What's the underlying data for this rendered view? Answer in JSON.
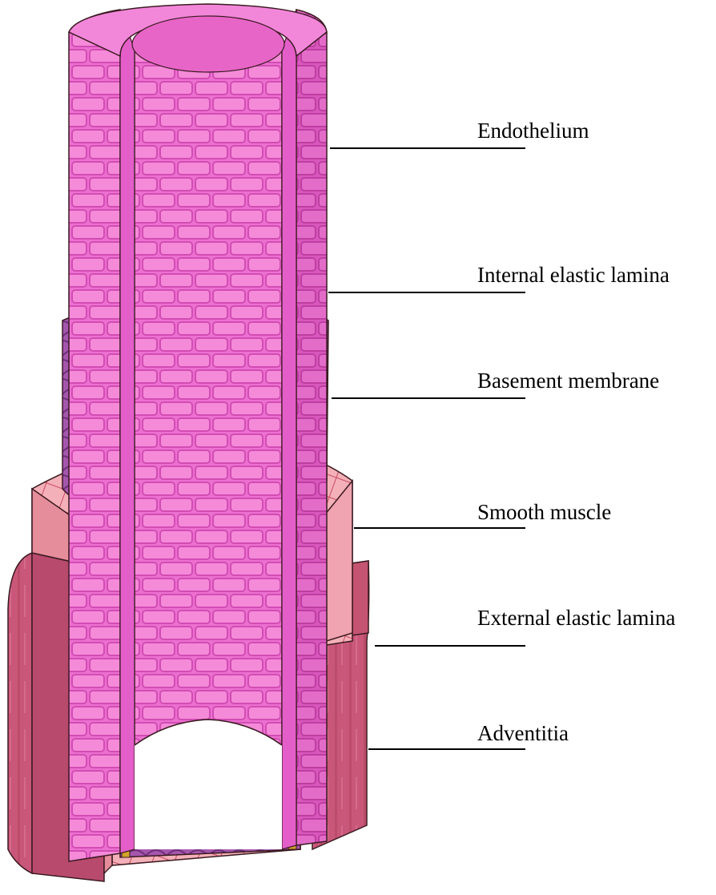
{
  "diagram": {
    "labels": [
      {
        "id": "endothelium",
        "text": "Endothelium"
      },
      {
        "id": "internal-elastic-lamina",
        "text": "Internal elastic lamina"
      },
      {
        "id": "basement-membrane",
        "text": "Basement membrane"
      },
      {
        "id": "smooth-muscle",
        "text": "Smooth muscle"
      },
      {
        "id": "external-elastic-lamina",
        "text": "External elastic lamina"
      },
      {
        "id": "adventitia",
        "text": "Adventitia"
      }
    ],
    "colors": {
      "endothelium": "#e45ec9",
      "internal_elastic_lamina": "#d4a32a",
      "basement_membrane": "#b164b8",
      "smooth_muscle": "#f0a3b0",
      "adventitia": "#c45472",
      "leader_line": "#000000"
    }
  }
}
